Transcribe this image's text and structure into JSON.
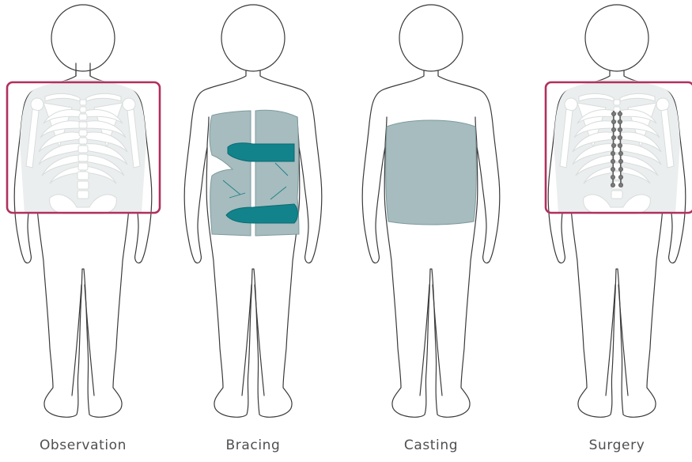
{
  "panels": [
    {
      "key": "observation",
      "label": "Observation"
    },
    {
      "key": "bracing",
      "label": "Bracing"
    },
    {
      "key": "casting",
      "label": "Casting"
    },
    {
      "key": "surgery",
      "label": "Surgery"
    }
  ],
  "colors": {
    "highlight_frame": "#b0305e",
    "brace_fill": "#a6bcbf",
    "strap_fill": "#13838b",
    "cast_fill": "#a6bcbf",
    "rod_screws": "#7a7a7a",
    "skeleton_background": "#ebeeee"
  }
}
